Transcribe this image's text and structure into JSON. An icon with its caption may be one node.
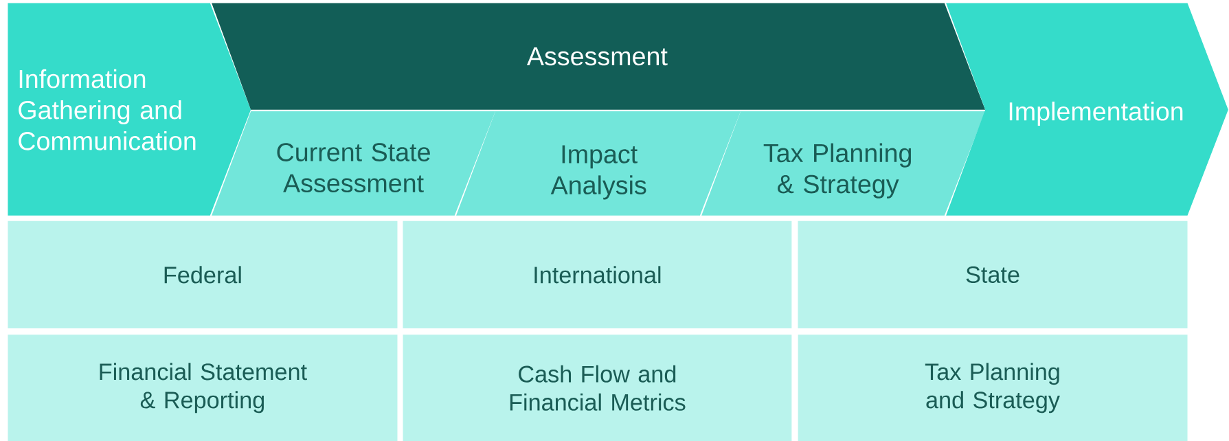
{
  "diagram": {
    "nodes": [
      {
        "text": [
          "Information Gathering and Communication"
        ]
      },
      {
        "text": [
          "Assessment"
        ]
      },
      {
        "text": [
          "Current State Assessment"
        ]
      },
      {
        "text": [
          "Impact Analysis"
        ]
      },
      {
        "text": [
          "Tax Planning & Strategy"
        ]
      },
      {
        "text": [
          "Implementation"
        ]
      },
      {
        "text": [
          "Federal"
        ]
      },
      {
        "text": [
          "International"
        ]
      },
      {
        "text": [
          "State"
        ]
      },
      {
        "text": [
          "Financial Statement & Reporting"
        ]
      },
      {
        "text": [
          "Cash Flow and Financial Metrics"
        ]
      },
      {
        "text": [
          "Tax Planning and Strategy"
        ]
      }
    ],
    "edges": []
  }
}
